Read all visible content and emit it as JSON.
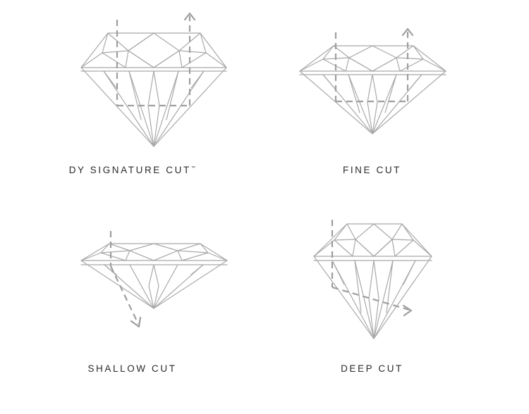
{
  "diamonds": [
    {
      "id": "signature",
      "label": "DY SIGNATURE CUT",
      "mark": "™",
      "light_path": "vertical-return"
    },
    {
      "id": "fine",
      "label": "FINE CUT",
      "mark": "",
      "light_path": "vertical-return"
    },
    {
      "id": "shallow",
      "label": "SHALLOW CUT",
      "mark": "",
      "light_path": "leaks-through-bottom"
    },
    {
      "id": "deep",
      "label": "DEEP CUT",
      "mark": "",
      "light_path": "leaks-through-side"
    }
  ],
  "colors": {
    "outline": "#a9a9a9",
    "light_path": "#9e9e9e",
    "label": "#2b2b2b",
    "background": "#ffffff"
  }
}
